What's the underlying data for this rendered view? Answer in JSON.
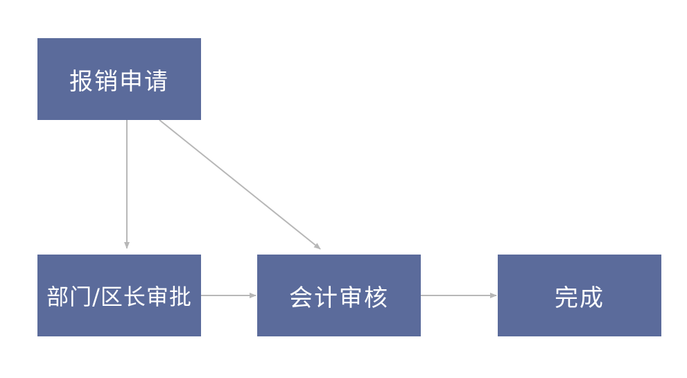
{
  "nodes": {
    "apply": "报销申请",
    "dept": "部门/区长审批",
    "account": "会计审核",
    "done": "完成"
  },
  "colors": {
    "node_fill": "#5b6b9b",
    "node_text": "#ffffff",
    "edge": "#b7b7b7"
  }
}
